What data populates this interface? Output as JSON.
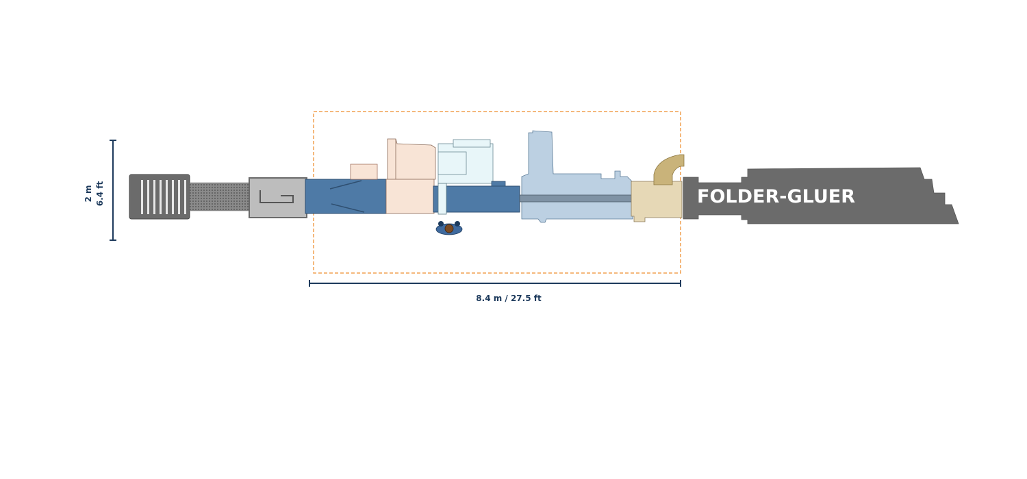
{
  "diagram": {
    "machine_label": "FOLDER-GLUER",
    "width_dimension": {
      "metric": "2 m",
      "imperial": "6.4 ft"
    },
    "length_dimension": {
      "label": "8.4 m / 27.5 ft"
    }
  },
  "colors": {
    "dimension": "#1d3a5c",
    "highlight_box": "#f0a050",
    "dark_gray": "#6b6b6b",
    "mid_gray": "#bdbdbd",
    "steel_blue": "#4e7aa6",
    "peach": "#f8e4d6",
    "pale_cyan": "#e8f6f9",
    "light_blue": "#bcd0e2",
    "tan": "#e6d8b6",
    "khaki": "#c9b37a",
    "label_text": "#ffffff"
  }
}
